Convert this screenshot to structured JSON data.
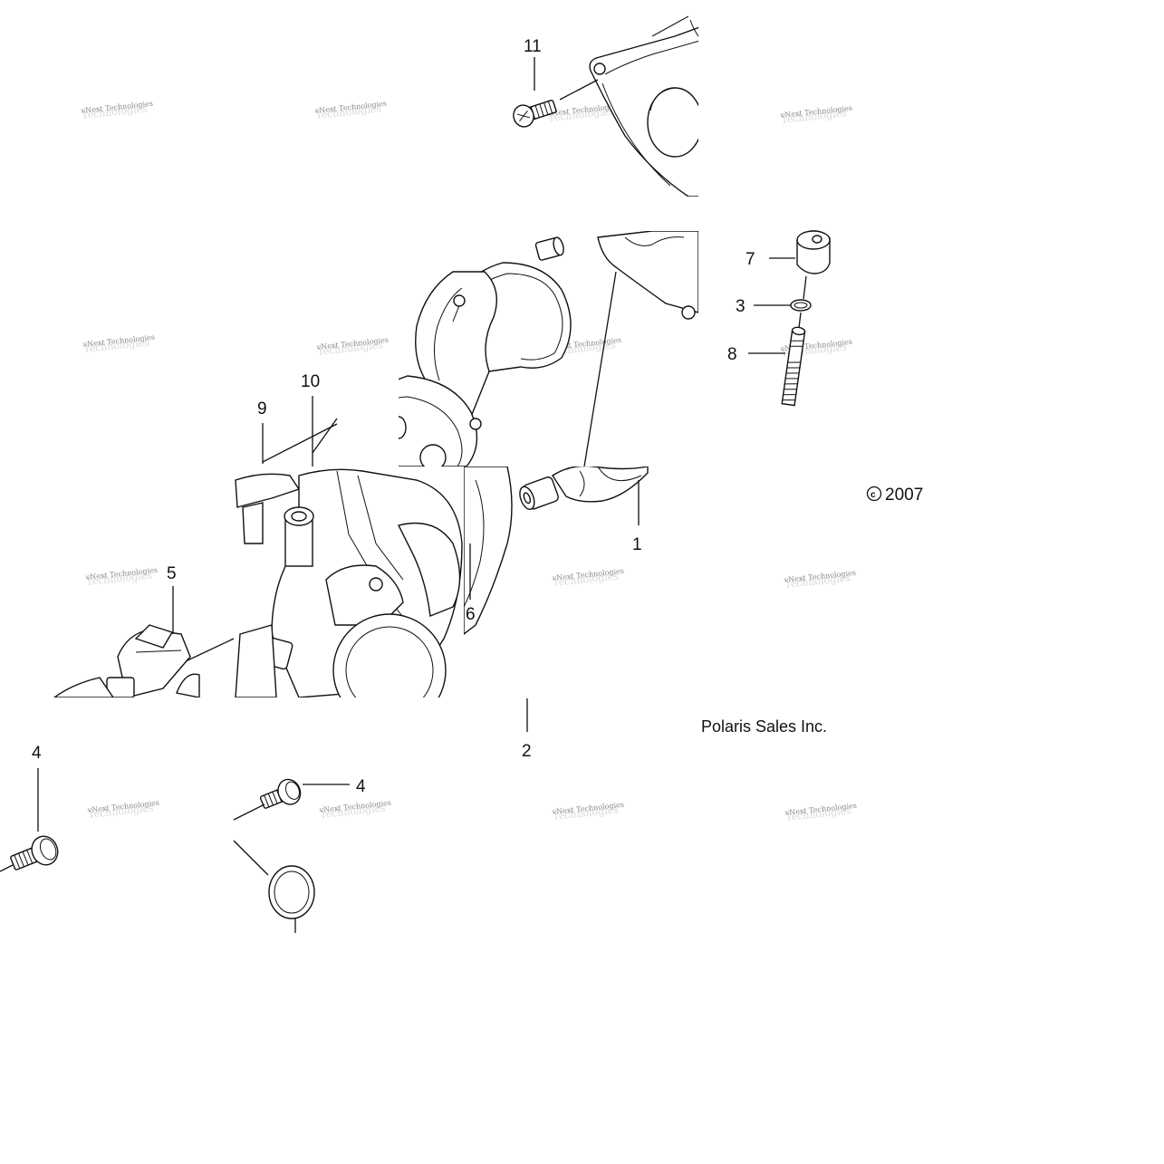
{
  "diagram": {
    "callouts": [
      {
        "id": "c11",
        "label": "11"
      },
      {
        "id": "c7",
        "label": "7"
      },
      {
        "id": "c3",
        "label": "3"
      },
      {
        "id": "c8",
        "label": "8"
      },
      {
        "id": "c10",
        "label": "10"
      },
      {
        "id": "c9",
        "label": "9"
      },
      {
        "id": "c1",
        "label": "1"
      },
      {
        "id": "c5",
        "label": "5"
      },
      {
        "id": "c6",
        "label": "6"
      },
      {
        "id": "c2",
        "label": "2"
      },
      {
        "id": "c4a",
        "label": "4"
      },
      {
        "id": "c4b",
        "label": "4"
      }
    ],
    "copyright_symbol": "c",
    "copyright_year": "2007",
    "company": "Polaris Sales Inc.",
    "watermark": {
      "line1": "vNext Technologies",
      "line2": "Technologies"
    }
  }
}
